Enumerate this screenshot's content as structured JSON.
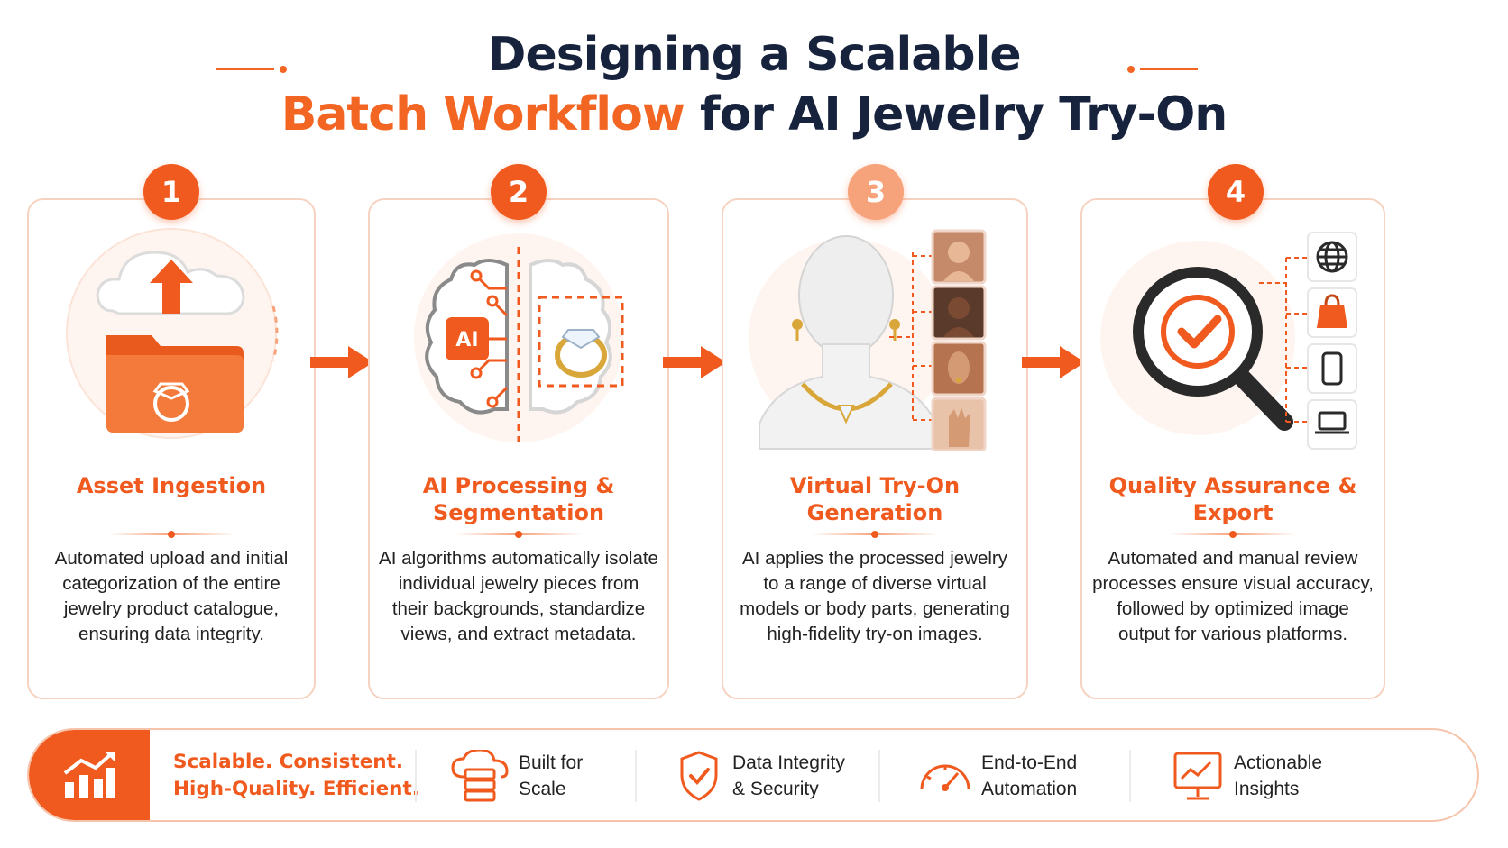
{
  "title": {
    "line1": "Designing a Scalable",
    "line2_accent": "Batch Workflow",
    "line2_rest": " for AI Jewelry Try-On"
  },
  "colors": {
    "accent": "#f05a1e",
    "accent_light": "#f6a27a",
    "navy": "#17233d",
    "card_border": "#f6d2c0"
  },
  "steps": [
    {
      "number": "1",
      "title": "Asset Ingestion",
      "description": "Automated upload and initial categorization of the entire jewelry product catalogue, ensuring data integrity.",
      "icon": "cloud-upload-folder-icon"
    },
    {
      "number": "2",
      "title": "AI Processing & Segmentation",
      "description": "AI algorithms automatically isolate individual jewelry pieces from their backgrounds, standardize views, and extract metadata.",
      "icon": "ai-brain-ring-icon",
      "chip_label": "AI"
    },
    {
      "number": "3",
      "title": "Virtual Try-On Generation",
      "description": "AI applies the processed jewelry to a range of diverse virtual models or body parts, generating high-fidelity try-on images.",
      "icon": "mannequin-jewelry-icon"
    },
    {
      "number": "4",
      "title": "Quality Assurance & Export",
      "description": "Automated and manual review processes ensure visual accuracy, followed by optimized image output for various platforms.",
      "icon": "magnifier-check-icon"
    }
  ],
  "bottom_bar": {
    "slogan": [
      "Scalable. Consistent.",
      "High-Quality. Efficient."
    ],
    "features": [
      {
        "label": [
          "Built for",
          "Scale"
        ],
        "icon": "cloud-server-icon"
      },
      {
        "label": [
          "Data Integrity",
          "& Security"
        ],
        "icon": "shield-check-icon"
      },
      {
        "label": [
          "End-to-End",
          "Automation"
        ],
        "icon": "speedometer-icon"
      },
      {
        "label": [
          "Actionable",
          "Insights"
        ],
        "icon": "analytics-monitor-icon"
      }
    ]
  }
}
